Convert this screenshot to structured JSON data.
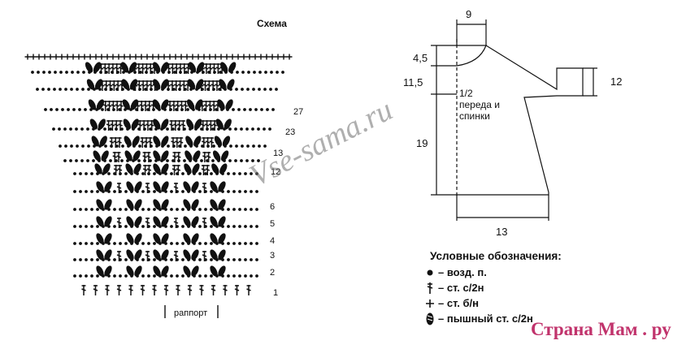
{
  "scheme": {
    "title": "Схема",
    "row_labels": [
      "1",
      "2",
      "3",
      "4",
      "5",
      "6",
      "12",
      "13",
      "23",
      "27"
    ],
    "repeat_label": "раппорт"
  },
  "sizes": {
    "top_width": "9",
    "neck_depth": "4,5",
    "armhole": "11,5",
    "body_length": "19",
    "sleeve_height": "12",
    "bottom_width": "13",
    "piece_label": [
      "1/2",
      "переда и",
      "спинки"
    ]
  },
  "legend": {
    "title": "Условные обозначения:",
    "items": [
      {
        "icon": "chain-dot-icon",
        "text": "– возд. п."
      },
      {
        "icon": "double-crochet-icon",
        "text": "– ст. с/2н"
      },
      {
        "icon": "single-crochet-icon",
        "text": "– ст. б/н"
      },
      {
        "icon": "puff-stitch-icon",
        "text": "– пышный ст. с/2н"
      }
    ]
  },
  "watermark": "Vse-sama.ru",
  "site_mark": "Страна Мам . ру",
  "colors": {
    "ink": "#111111",
    "site_mark": "#c1336c",
    "watermark": "#6e6e6e"
  }
}
